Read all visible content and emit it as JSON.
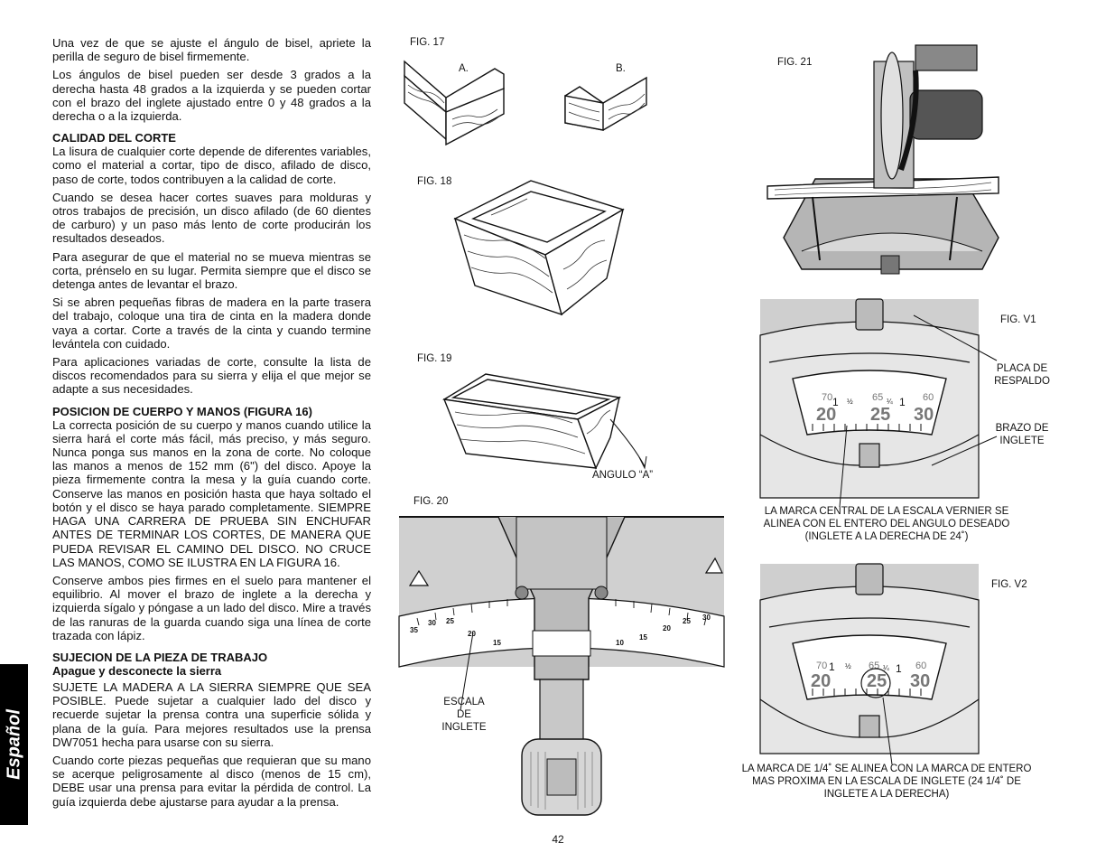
{
  "language_tab": "Español",
  "page_number": "42",
  "text_column": {
    "p1": "Una vez de que se ajuste el ángulo de bisel, apriete la perilla de seguro de bisel firmemente.",
    "p2": "Los ángulos de bisel pueden ser desde 3 grados a la derecha hasta 48 grados a la izquierda y se pueden cortar con el brazo del inglete ajustado entre 0 y 48 grados a la derecha o a la izquierda.",
    "h_calidad": "CALIDAD DEL CORTE",
    "p3": "La lisura de cualquier corte depende de diferentes variables, como el material a cortar, tipo de disco, afilado de disco, paso de corte, todos contribuyen a la calidad de corte.",
    "p4": "Cuando se desea hacer cortes suaves para molduras y otros trabajos de precisión, un disco afilado (de 60 dientes de carburo) y un paso más lento de corte producirán los resultados deseados.",
    "p5": "Para asegurar de que el material no se mueva mientras se corta, prénselo en su lugar. Permita siempre que el disco se detenga antes de levantar el brazo.",
    "p6": "Si se abren pequeñas fibras de madera en la parte trasera del trabajo, coloque una tira de cinta en la madera donde vaya a cortar. Corte a través de la cinta y cuando termine levántela con cuidado.",
    "p7": "Para aplicaciones variadas de corte, consulte la lista de discos recomendados para su sierra y elija el que mejor se adapte a sus necesidades.",
    "h_posicion": "POSICION DE CUERPO Y MANOS (FIGURA 16)",
    "p8": "La correcta posición de su cuerpo y manos cuando utilice la sierra hará el corte más fácil, más preciso, y más seguro. Nunca ponga sus manos en la zona de corte. No coloque las manos a menos de 152 mm (6\") del disco. Apoye la pieza firmemente contra la mesa y la guía cuando corte. Conserve las manos en posición hasta que haya soltado el botón y el disco se haya parado completamente. SIEMPRE HAGA UNA CARRERA DE PRUEBA SIN ENCHUFAR ANTES DE TERMINAR LOS CORTES, DE MANERA QUE PUEDA REVISAR EL CAMINO DEL DISCO. NO CRUCE LAS MANOS, COMO SE ILUSTRA EN LA FIGURA 16.",
    "p9": "Conserve ambos pies firmes en el suelo para mantener el equilibrio. Al mover el brazo de inglete a la derecha y izquierda sígalo y póngase a un lado del disco. Mire a través de las ranuras de la guarda cuando siga una línea de corte trazada con lápiz.",
    "h_sujecion": "SUJECION DE LA PIEZA DE TRABAJO",
    "h_apague": "Apague y desconecte la sierra",
    "p10": "SUJETE LA MADERA A LA SIERRA SIEMPRE QUE SEA POSIBLE. Puede sujetar a cualquier lado del disco y recuerde sujetar la prensa contra una superficie sólida y plana de la guía. Para mejores resultados use la prensa DW7051 hecha para usarse con su sierra.",
    "p11": "Cuando corte piezas pequeñas que requieran que su mano se acerque peligrosamente al disco (menos de 15 cm), DEBE usar una prensa para evitar la pérdida de control. La guía izquierda debe ajustarse para ayudar a la prensa."
  },
  "figures": {
    "fig17": "FIG. 17",
    "fig17_a": "A.",
    "fig17_b": "B.",
    "fig18": "FIG. 18",
    "fig19": "FIG. 19",
    "angulo": "ANGULO “A”",
    "fig20": "FIG. 20",
    "escala_l1": "ESCALA",
    "escala_l2": "DE",
    "escala_l3": "INGLETE",
    "fig21": "FIG. 21",
    "figv1": "FIG. V1",
    "placa_l1": "PLACA DE",
    "placa_l2": "RESPALDO",
    "brazo_l1": "BRAZO DE",
    "brazo_l2": "INGLETE",
    "v1_cap_l1": "LA MARCA CENTRAL DE LA ESCALA VERNIER SE",
    "v1_cap_l2": "ALINEA CON EL ENTERO DEL ANGULO DESEADO",
    "v1_cap_l3": "(INGLETE A LA DERECHA DE 24˚)",
    "figv2": "FIG. V2",
    "v2_cap_l1": "LA MARCA DE 1/4˚ SE ALINEA CON LA MARCA DE ENTERO",
    "v2_cap_l2": "MAS PROXIMA EN LA ESCALA DE INGLETE (24 1/4˚ DE",
    "v2_cap_l3": "INGLETE A LA DERECHA)"
  },
  "scale": {
    "v_top": [
      "70",
      "1",
      "½",
      "65",
      "¼",
      "1",
      "60"
    ],
    "v_big": [
      "20",
      "25",
      "30"
    ],
    "fig20_left": [
      "35",
      "30",
      "25",
      "20",
      "15"
    ],
    "fig20_right": [
      "10",
      "15",
      "20",
      "25",
      "30"
    ]
  }
}
